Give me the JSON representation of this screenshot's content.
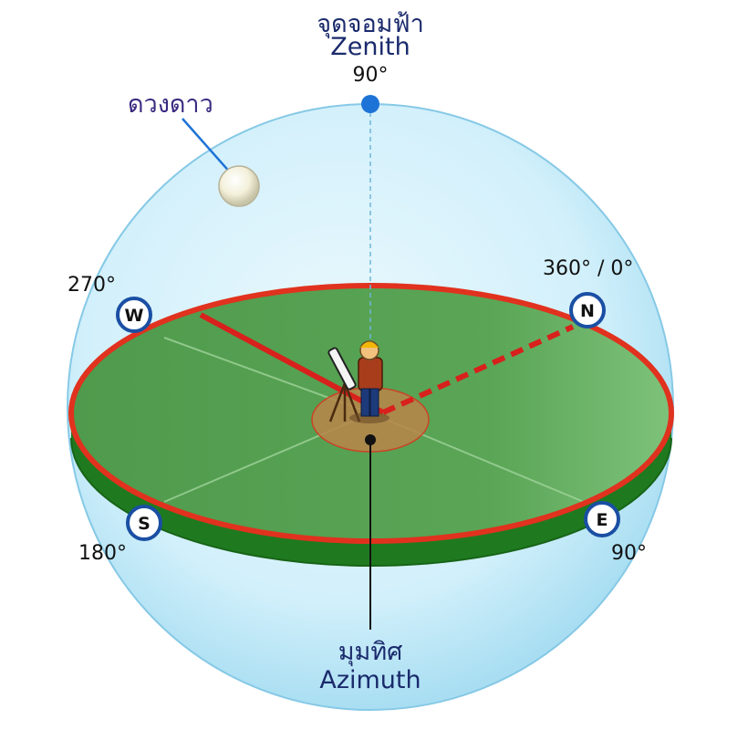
{
  "zenith": {
    "thai": "จุดจอมฟ้า",
    "english": "Zenith",
    "angle": "90°"
  },
  "star": {
    "label": "ดวงดาว"
  },
  "azimuth": {
    "thai": "มุมทิศ",
    "english": "Azimuth"
  },
  "directions": {
    "north": {
      "letter": "N",
      "angle": "360° / 0°"
    },
    "east": {
      "letter": "E",
      "angle": "90°"
    },
    "south": {
      "letter": "S",
      "angle": "180°"
    },
    "west": {
      "letter": "W",
      "angle": "270°"
    }
  },
  "colors": {
    "sphere": "#cdeefa",
    "disc_top": "#5fa95a",
    "disc_side": "#1f7a1f",
    "horizon_ring": "#e0321e",
    "azimuth_arm": "#d8211c",
    "zenith_dot": "#1e73d6",
    "label_text": "#1a2a6c"
  }
}
